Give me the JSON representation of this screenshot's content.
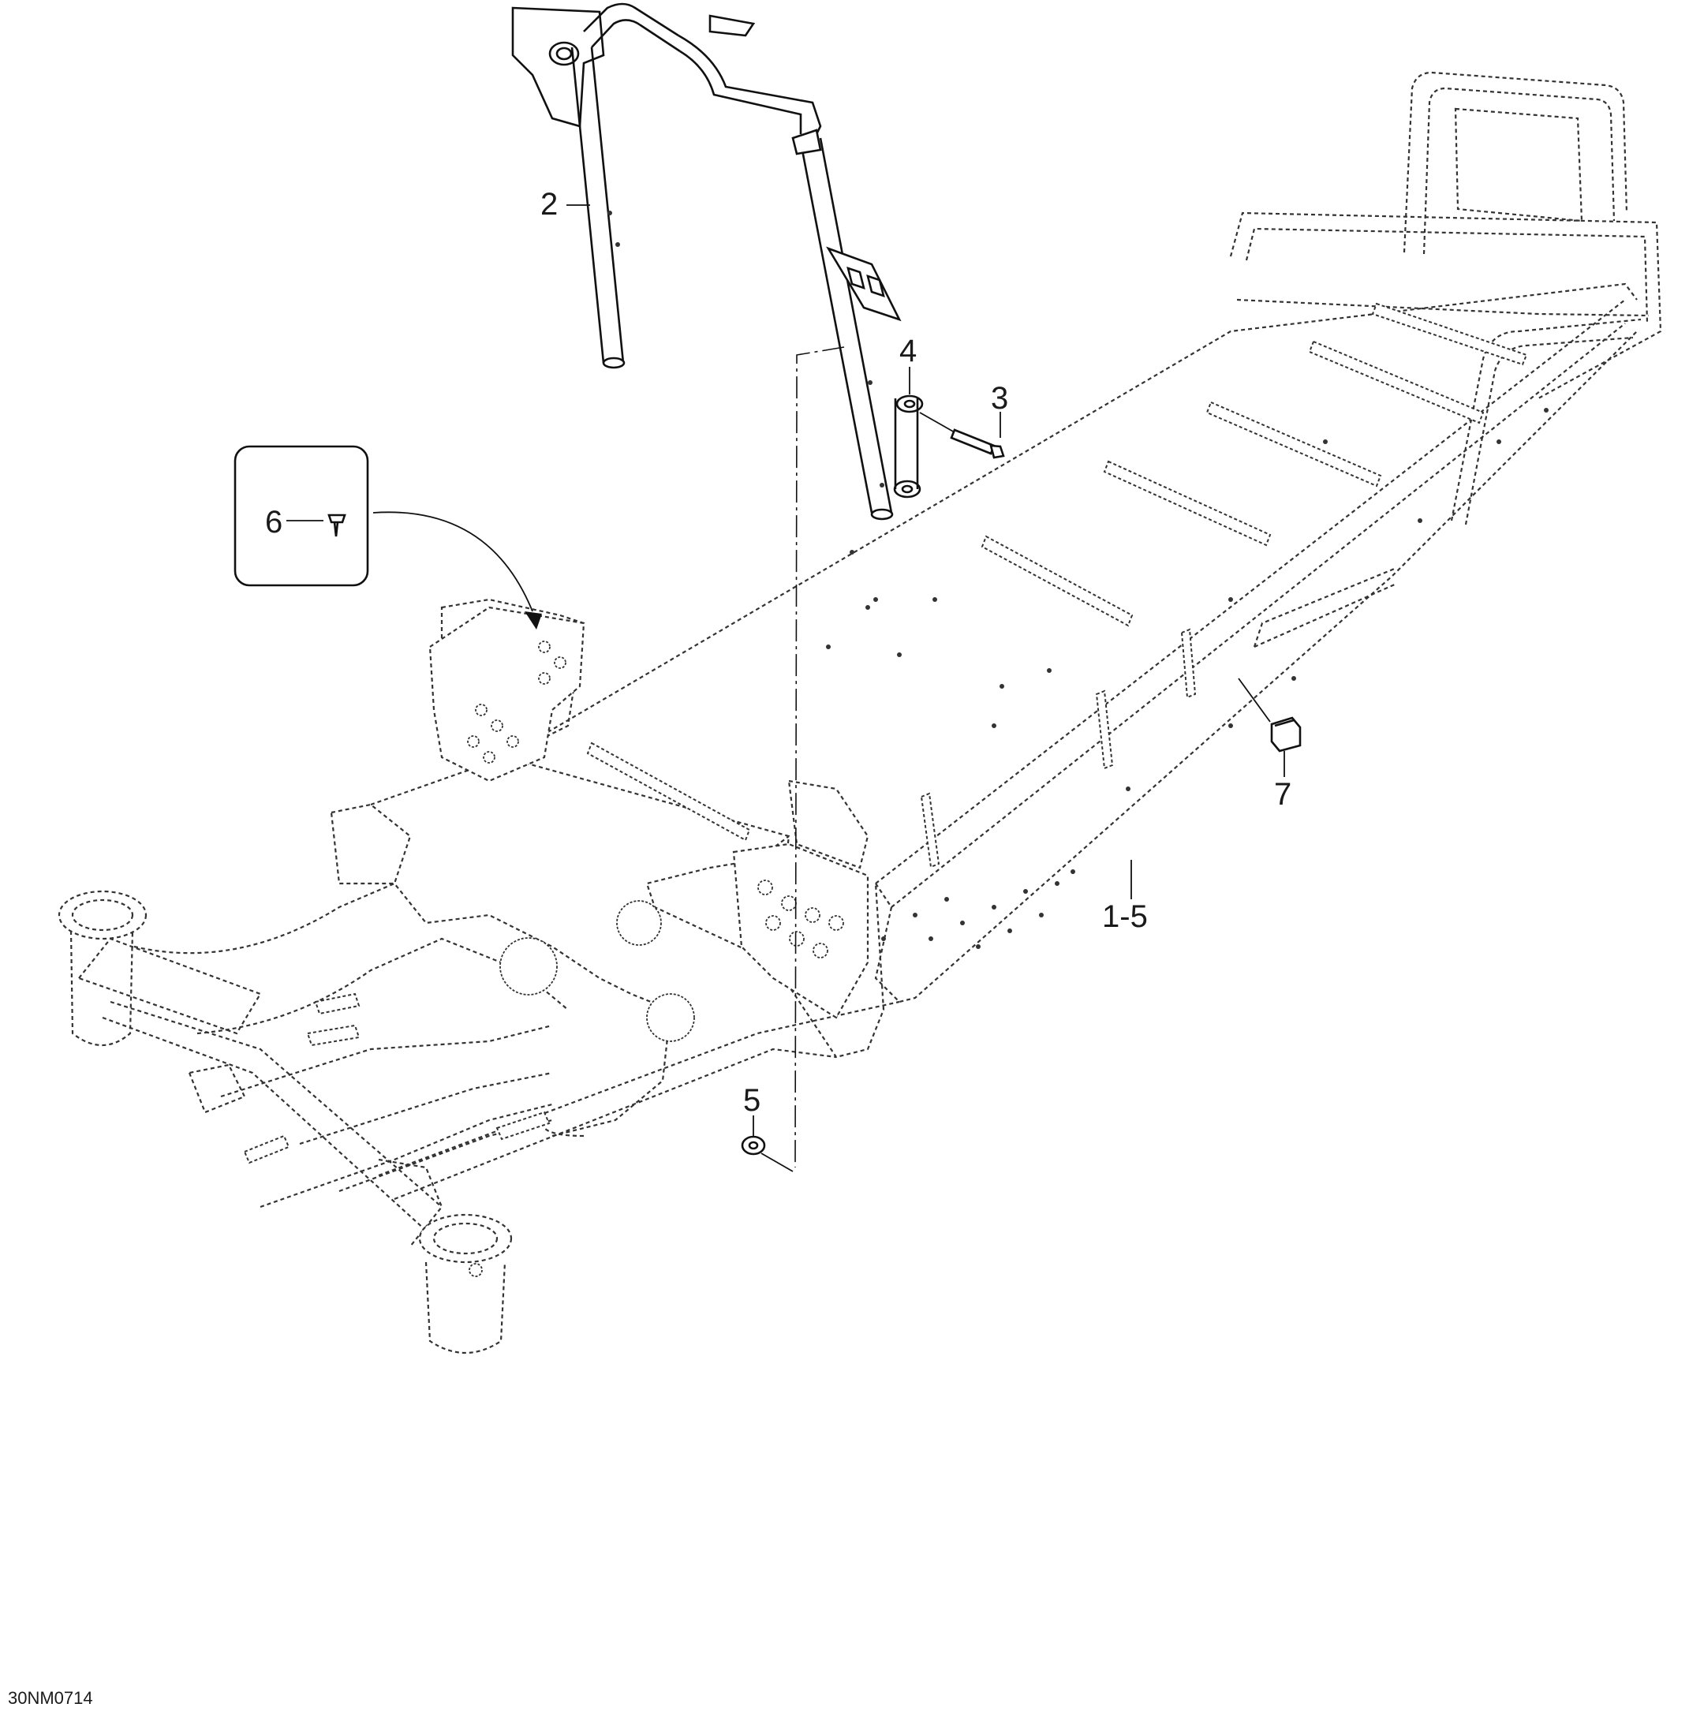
{
  "callouts": {
    "item_1_5": "1-5",
    "item_2": "2",
    "item_3": "3",
    "item_4": "4",
    "item_5": "5",
    "item_6": "6",
    "item_7": "7"
  },
  "reference_code": "30NM0714"
}
